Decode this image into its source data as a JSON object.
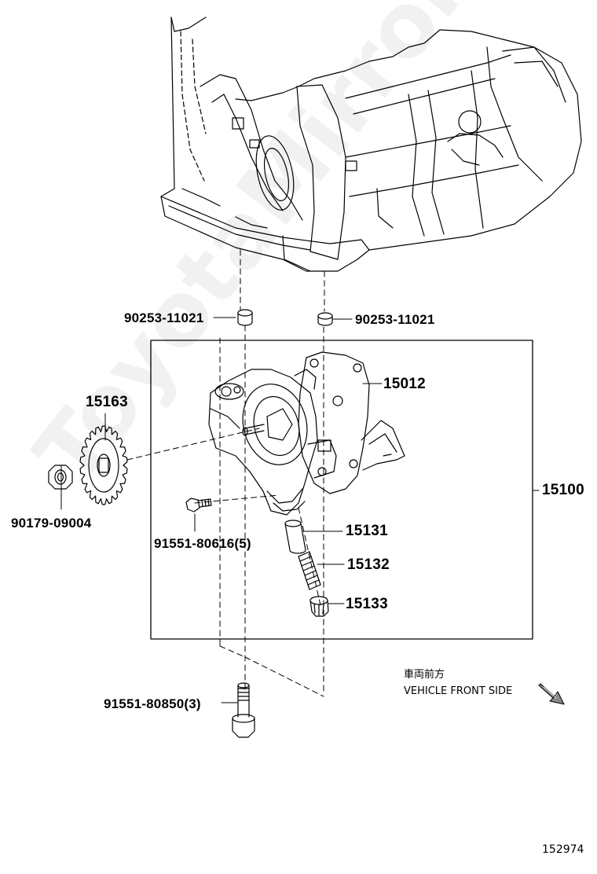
{
  "parts": {
    "p15012": "15012",
    "p15100": "15100",
    "p15163": "15163",
    "p15131": "15131",
    "p15132": "15132",
    "p15133": "15133",
    "bush_left": "90253-11021",
    "bush_right": "90253-11021",
    "nut": "90179-09004",
    "bolt_small": "91551-80616(5)",
    "bolt_long": "91551-80850(3)"
  },
  "direction": {
    "jp": "車両前方",
    "en": "VEHICLE FRONT SIDE",
    "icon": "arrow-down-right-icon"
  },
  "figure_id": "152974",
  "watermark": "ToyotaMirror.ru",
  "colors": {
    "line": "#000000",
    "watermark": "#bbbbbb"
  }
}
